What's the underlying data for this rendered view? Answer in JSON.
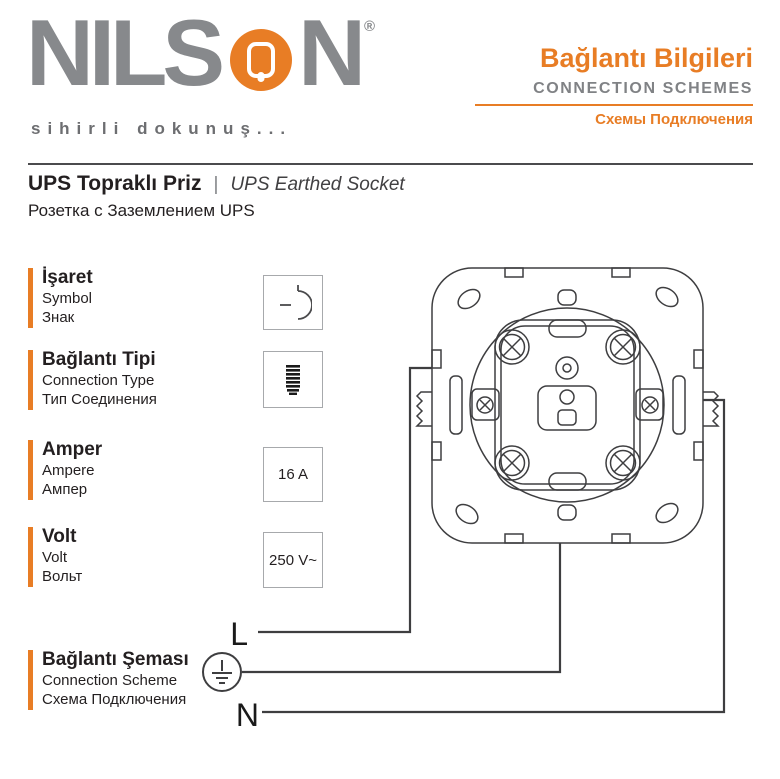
{
  "colors": {
    "accent_orange": "#E87D25",
    "logo_gray": "#87898C",
    "text_dark": "#231F20",
    "line_gray": "#3E3E40"
  },
  "logo": {
    "name_left": "NILS",
    "name_right": "N",
    "registered": "®",
    "tagline": "sihirli dokunuş..."
  },
  "header": {
    "title_tr": "Bağlantı Bilgileri",
    "title_en": "CONNECTION SCHEMES",
    "title_ru": "Схемы Подключения"
  },
  "product": {
    "title_tr": "UPS Topraklı Priz",
    "separator": "|",
    "title_en": "UPS Earthed Socket",
    "title_ru": "Розетка с Заземлением UPS"
  },
  "specs": [
    {
      "id": "symbol",
      "tr": "İşaret",
      "en": "Symbol",
      "ru": "Знак",
      "value_type": "socket-symbol-icon"
    },
    {
      "id": "connection-type",
      "tr": "Bağlantı Tipi",
      "en": "Connection Type",
      "ru": "Тип Соединения",
      "value_type": "screw-thread-icon"
    },
    {
      "id": "ampere",
      "tr": "Amper",
      "en": "Ampere",
      "ru": "Ампер",
      "value": "16 A"
    },
    {
      "id": "volt",
      "tr": "Volt",
      "en": "Volt",
      "ru": "Вольт",
      "value": "250 V~"
    }
  ],
  "scheme": {
    "tr": "Bağlantı Şeması",
    "en": "Connection Scheme",
    "ru": "Схема Подключения",
    "live_label": "L",
    "neutral_label": "N"
  }
}
